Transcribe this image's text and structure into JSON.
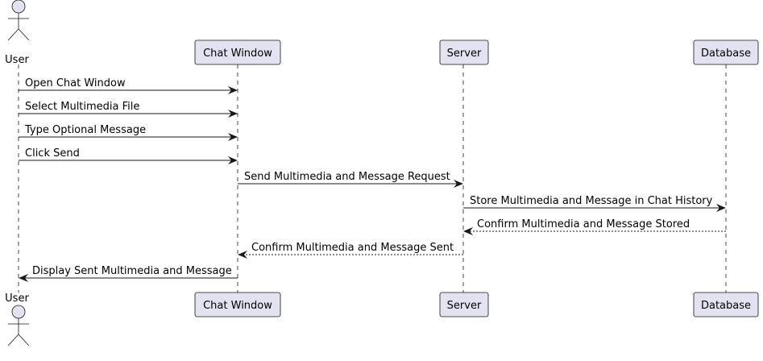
{
  "diagram": {
    "type": "sequence",
    "colors": {
      "participant_fill": "#E2E2F0",
      "participant_stroke": "#181818",
      "lifeline": "#181818",
      "arrow": "#181818"
    },
    "participants": [
      {
        "id": "user",
        "label": "User",
        "kind": "actor"
      },
      {
        "id": "chat",
        "label": "Chat Window",
        "kind": "box"
      },
      {
        "id": "server",
        "label": "Server",
        "kind": "box"
      },
      {
        "id": "db",
        "label": "Database",
        "kind": "box"
      }
    ],
    "messages": [
      {
        "from": "user",
        "to": "chat",
        "label": "Open Chat Window",
        "style": "solid"
      },
      {
        "from": "user",
        "to": "chat",
        "label": "Select Multimedia File",
        "style": "solid"
      },
      {
        "from": "user",
        "to": "chat",
        "label": "Type Optional Message",
        "style": "solid"
      },
      {
        "from": "user",
        "to": "chat",
        "label": "Click Send",
        "style": "solid"
      },
      {
        "from": "chat",
        "to": "server",
        "label": "Send Multimedia and Message Request",
        "style": "solid"
      },
      {
        "from": "server",
        "to": "db",
        "label": "Store Multimedia and Message in Chat History",
        "style": "solid"
      },
      {
        "from": "db",
        "to": "server",
        "label": "Confirm Multimedia and Message Stored",
        "style": "dashed"
      },
      {
        "from": "server",
        "to": "chat",
        "label": "Confirm Multimedia and Message Sent",
        "style": "dashed"
      },
      {
        "from": "chat",
        "to": "user",
        "label": "Display Sent Multimedia and Message",
        "style": "solid"
      }
    ]
  }
}
